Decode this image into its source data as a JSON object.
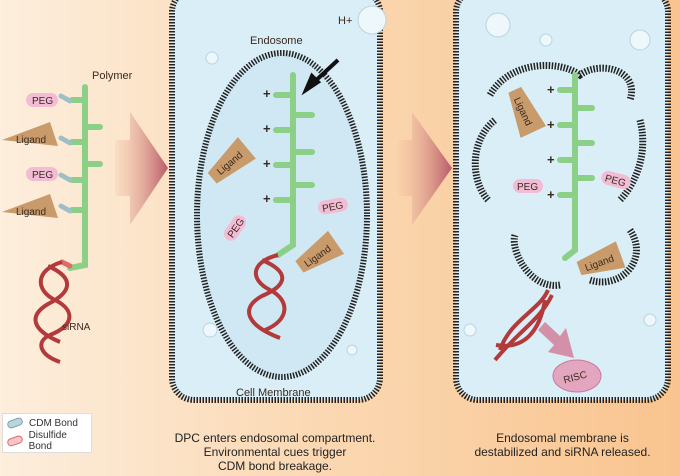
{
  "labels": {
    "polymer": "Polymer",
    "peg": "PEG",
    "ligand": "Ligand",
    "sirna": "siRNA",
    "endosome": "Endosome",
    "proton": "H+",
    "cell_membrane": "Cell Membrane",
    "risc": "RISC",
    "plus": "+"
  },
  "legend": {
    "items": [
      {
        "label": "CDM Bond",
        "color": "#b9d6dc"
      },
      {
        "label": "Disulfide Bond",
        "color": "#e06a6a"
      }
    ]
  },
  "captions": {
    "step2": [
      "DPC enters endosomal compartment.",
      "Environmental cues trigger",
      "CDM bond breakage."
    ],
    "step3": [
      "Endosomal membrane is",
      "destabilized and siRNA released."
    ]
  },
  "colors": {
    "cell": "#d9eef7",
    "polymer": "#9fd79a",
    "sirna": "#b23a3a",
    "ligand": "#c99a6a",
    "peg": "#f3bcd5",
    "arrow": "#c77a80"
  }
}
